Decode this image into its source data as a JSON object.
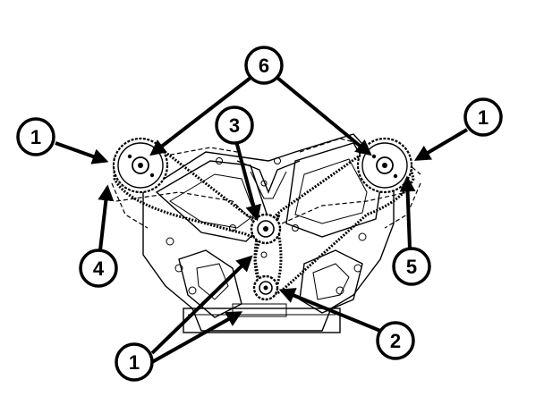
{
  "callouts": {
    "c1_left": "1",
    "c1_right": "1",
    "c1_bottom": "1",
    "c2": "2",
    "c3": "3",
    "c4": "4",
    "c5": "5",
    "c6": "6"
  },
  "colors": {
    "ink": "#000000",
    "paper": "#ffffff"
  }
}
